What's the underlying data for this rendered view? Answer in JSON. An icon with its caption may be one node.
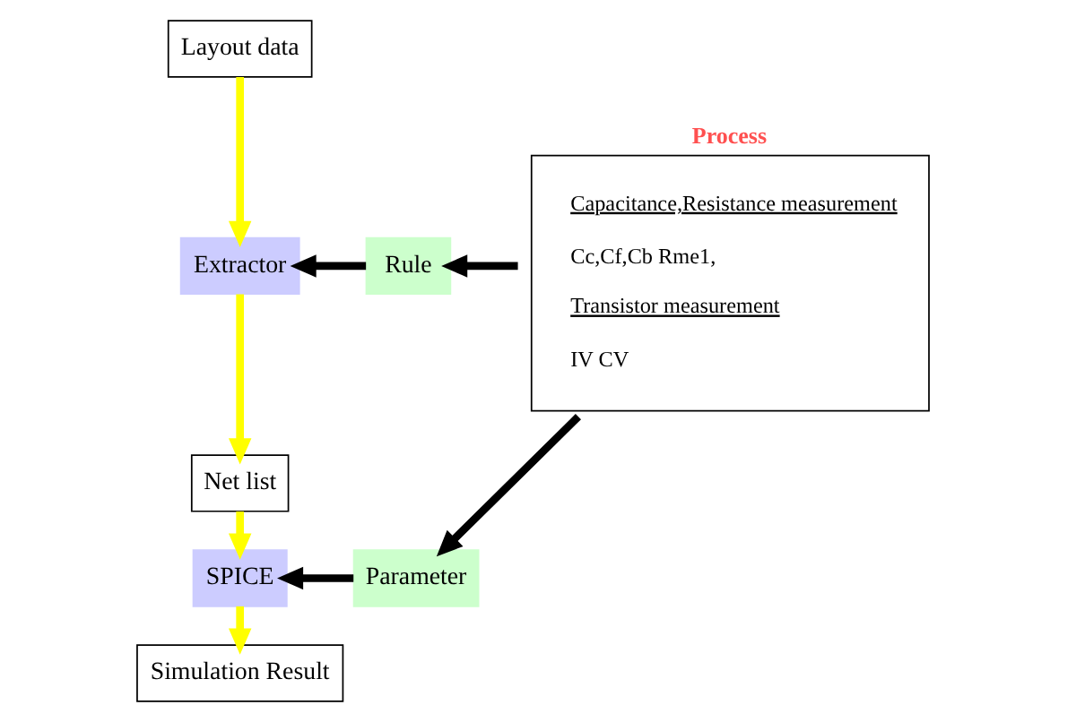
{
  "diagram": {
    "nodes": [
      {
        "text": [
          "Layout data"
        ]
      },
      {
        "text": [
          "Extractor"
        ]
      },
      {
        "text": [
          "Net list"
        ]
      },
      {
        "text": [
          "SPICE"
        ]
      },
      {
        "text": [
          "Simulation Result"
        ]
      },
      {
        "text": [
          "Rule"
        ]
      },
      {
        "text": [
          "Parameter"
        ]
      },
      {
        "text": [
          "Process",
          "Capacitance,Resistance measurement",
          "Cc,Cf,Cb Rme1,",
          "Transistor measurement",
          "IV CV"
        ]
      }
    ],
    "edges": [
      {
        "from": 0,
        "to": 1,
        "arrow": "to",
        "color": "#ffff00"
      },
      {
        "from": 1,
        "to": 2,
        "arrow": "to",
        "color": "#ffff00"
      },
      {
        "from": 2,
        "to": 3,
        "arrow": "to",
        "color": "#ffff00"
      },
      {
        "from": 3,
        "to": 4,
        "arrow": "to",
        "color": "#ffff00"
      },
      {
        "from": 5,
        "to": 1,
        "arrow": "to",
        "color": "#000000"
      },
      {
        "from": 6,
        "to": 3,
        "arrow": "to",
        "color": "#000000"
      },
      {
        "from": 7,
        "to": 5,
        "arrow": "to",
        "color": "#000000"
      },
      {
        "from": 7,
        "to": 6,
        "arrow": "to",
        "color": "#000000"
      }
    ]
  }
}
